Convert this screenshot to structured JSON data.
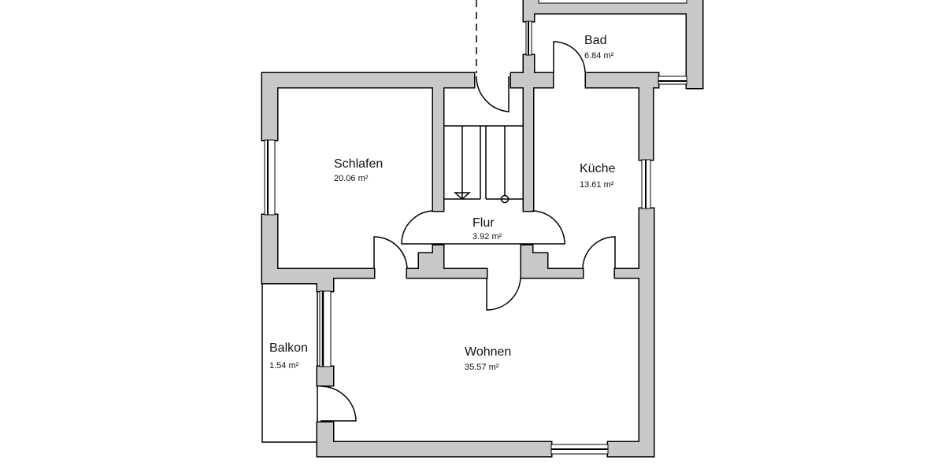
{
  "plan": {
    "wall_color": "#c8c8c8",
    "line_color": "#000000",
    "rooms": {
      "bad": {
        "name": "Bad",
        "area": "6.84 m²"
      },
      "schlafen": {
        "name": "Schlafen",
        "area": "20.06 m²"
      },
      "kueche": {
        "name": "Küche",
        "area": "13.61 m²"
      },
      "flur": {
        "name": "Flur",
        "area": "3.92 m²"
      },
      "balkon": {
        "name": "Balkon",
        "area": "1.54 m²"
      },
      "wohnen": {
        "name": "Wohnen",
        "area": "35.57 m²"
      }
    }
  }
}
